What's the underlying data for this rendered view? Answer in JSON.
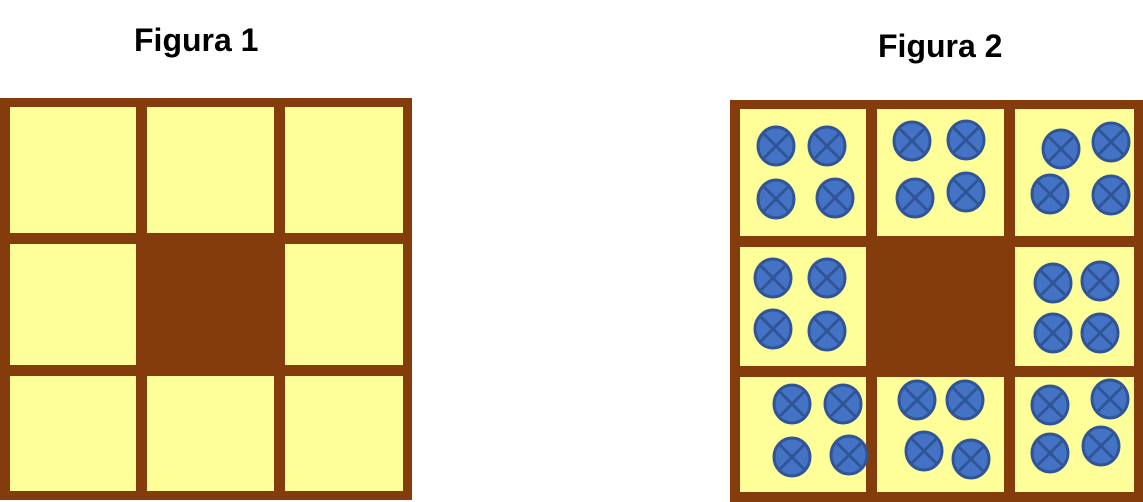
{
  "figures": [
    {
      "title": "Figura 1",
      "grid": {
        "rows": 3,
        "cols": 3
      },
      "cells": [
        {
          "filled": true,
          "coins": 0
        },
        {
          "filled": true,
          "coins": 0
        },
        {
          "filled": true,
          "coins": 0
        },
        {
          "filled": true,
          "coins": 0
        },
        {
          "filled": false,
          "coins": 0
        },
        {
          "filled": true,
          "coins": 0
        },
        {
          "filled": true,
          "coins": 0
        },
        {
          "filled": true,
          "coins": 0
        },
        {
          "filled": true,
          "coins": 0
        }
      ]
    },
    {
      "title": "Figura 2",
      "grid": {
        "rows": 3,
        "cols": 3
      },
      "cells": [
        {
          "filled": true,
          "coins": 4
        },
        {
          "filled": true,
          "coins": 4
        },
        {
          "filled": true,
          "coins": 4
        },
        {
          "filled": true,
          "coins": 4
        },
        {
          "filled": false,
          "coins": 0
        },
        {
          "filled": true,
          "coins": 4
        },
        {
          "filled": true,
          "coins": 4
        },
        {
          "filled": true,
          "coins": 4
        },
        {
          "filled": true,
          "coins": 4
        }
      ]
    }
  ],
  "colors": {
    "frame": "#843c0c",
    "cell": "#ffff99",
    "coin_fill": "#4472c4",
    "coin_stroke": "#2f5597"
  },
  "coin_icon": "circle-x-icon"
}
